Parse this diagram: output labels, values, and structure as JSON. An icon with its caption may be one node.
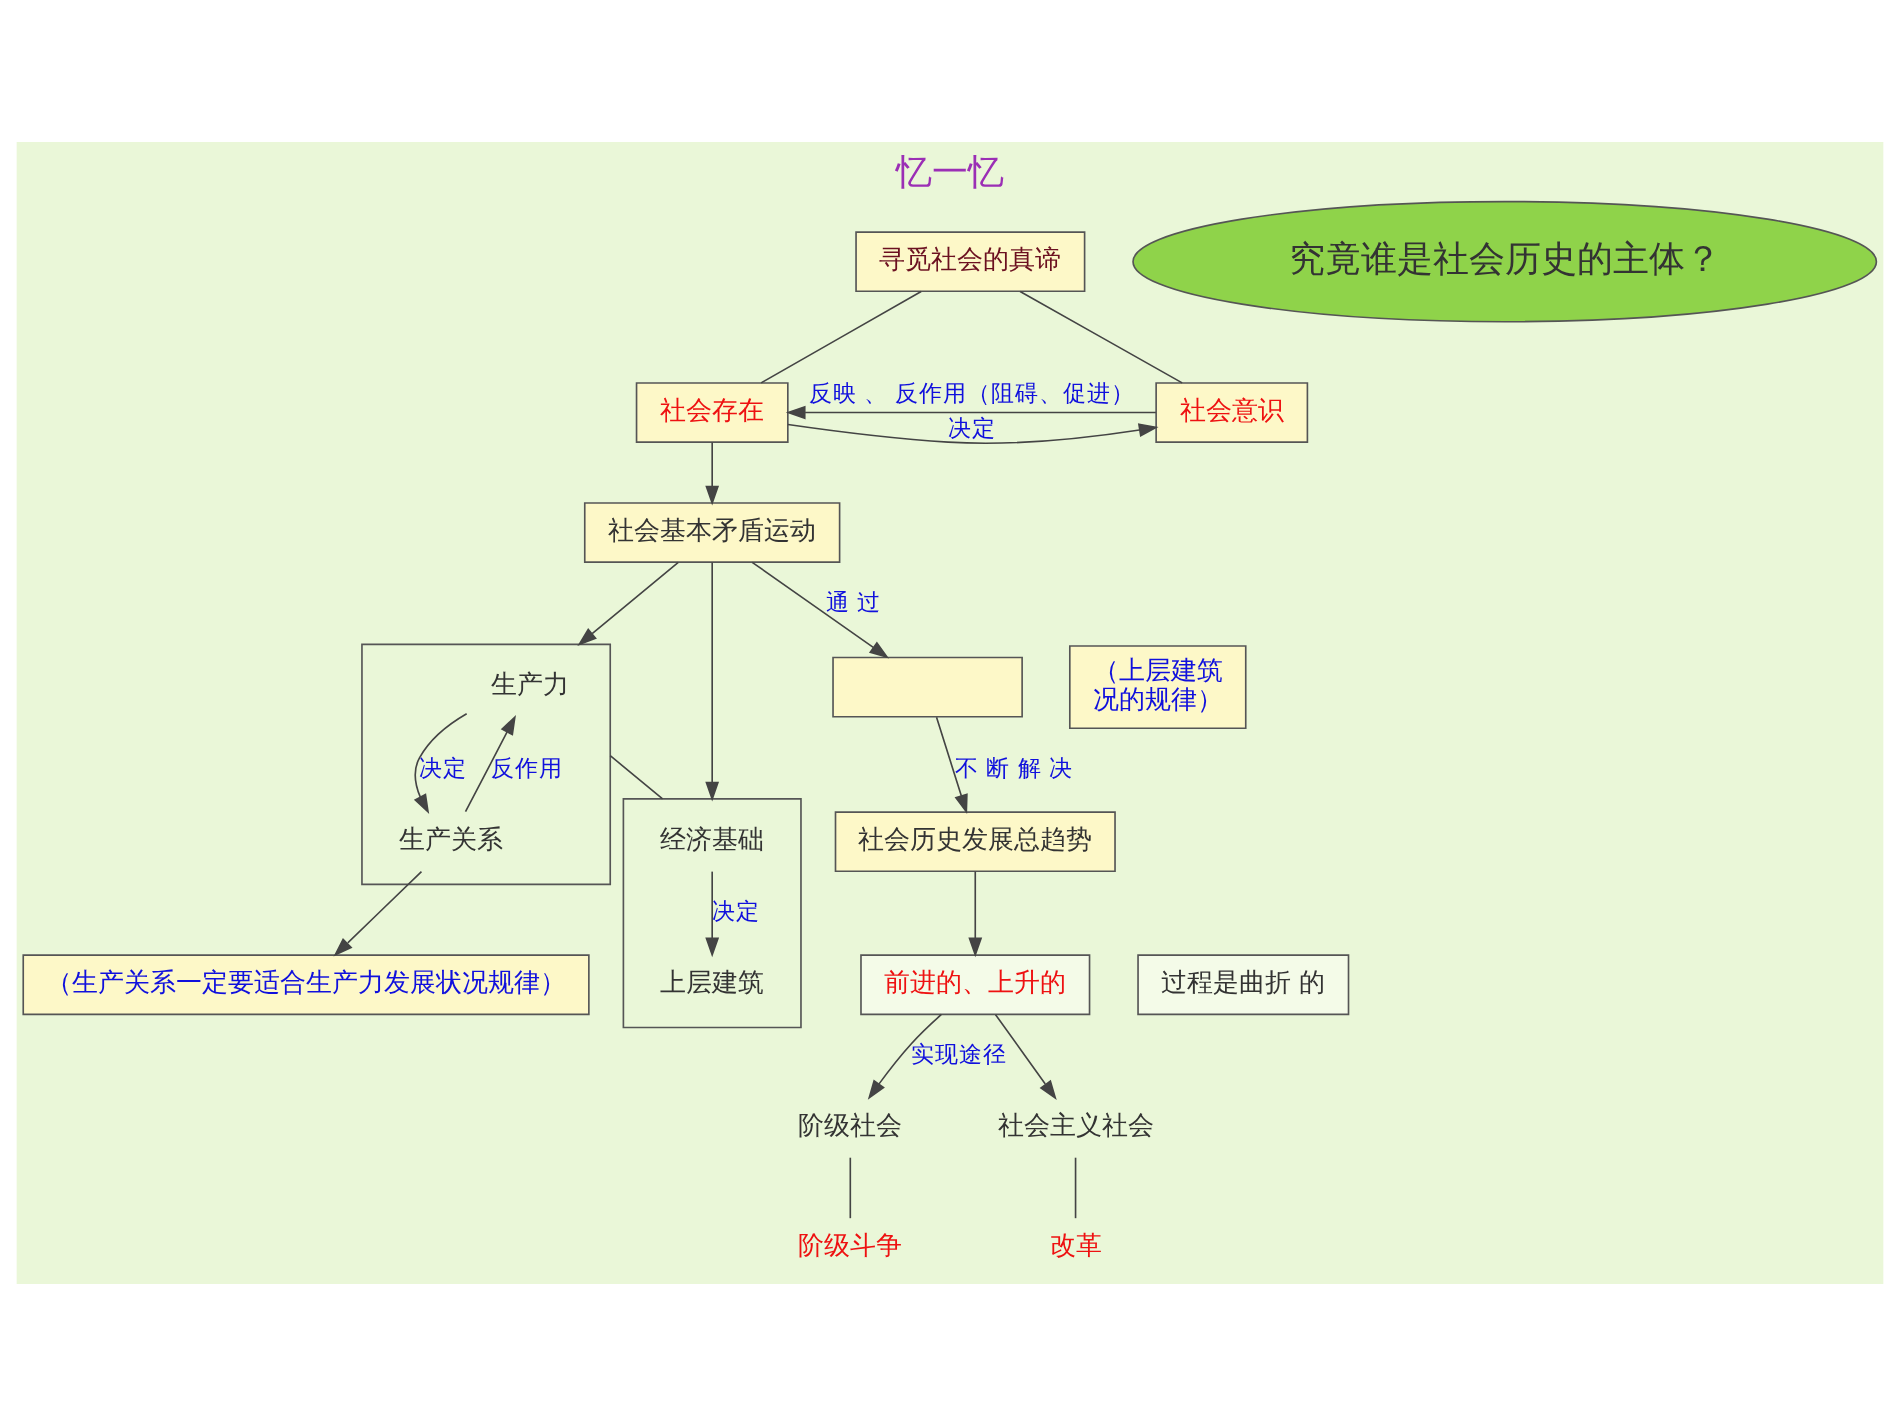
{
  "diagram": {
    "title": "忆一忆",
    "nodes": [
      {
        "text": [
          "寻觅社会的真谛"
        ]
      },
      {
        "text": [
          "社会存在"
        ]
      },
      {
        "text": [
          "社会意识"
        ]
      },
      {
        "text": [],
        "shape": "box"
      },
      {
        "text": [
          "生产力"
        ],
        "in": 3
      },
      {
        "text": [
          "生产关系"
        ],
        "in": 3
      },
      {
        "text": [
          "（生产关系一定要适合生产力发展状况规律）"
        ]
      },
      {
        "text": [
          "社会基本矛盾运动"
        ]
      },
      {
        "text": [],
        "shape": "box"
      },
      {
        "text": [
          "经济基础"
        ],
        "in": 8
      },
      {
        "text": [
          "上层建筑"
        ],
        "in": 8
      },
      {
        "text": [
          "（上层建筑",
          "况的规律）"
        ]
      },
      {
        "text": [],
        "shape": "box"
      },
      {
        "text": [
          "究竟谁是社会历史的主体？"
        ]
      },
      {
        "text": [
          "社会历史发展总趋势"
        ]
      },
      {
        "text": [
          "前进的、上升的"
        ]
      },
      {
        "text": [
          "过程是曲折 的"
        ]
      },
      {
        "text": [
          "阶级社会"
        ]
      },
      {
        "text": [
          "阶级斗争"
        ]
      },
      {
        "text": [
          "社会主义社会"
        ]
      },
      {
        "text": [
          "改革"
        ]
      }
    ],
    "edges": [
      {
        "from": 0,
        "to": 1,
        "arrow": "none"
      },
      {
        "from": 0,
        "to": 2,
        "arrow": "none"
      },
      {
        "from": 1,
        "to": 2,
        "arrow": "to",
        "label": "决定"
      },
      {
        "from": 2,
        "to": 1,
        "arrow": "to",
        "label": "反映 、 反作用（阻碍、促进）"
      },
      {
        "from": 1,
        "to": 7,
        "arrow": "to"
      },
      {
        "from": 7,
        "to": 3,
        "arrow": "to"
      },
      {
        "from": 7,
        "to": 8,
        "arrow": "to"
      },
      {
        "from": 4,
        "to": 5,
        "arrow": "to",
        "label": "决定"
      },
      {
        "from": 5,
        "to": 4,
        "arrow": "to",
        "label": "反作用"
      },
      {
        "from": 5,
        "to": 6,
        "arrow": "to"
      },
      {
        "from": 3,
        "to": 8,
        "arrow": "none"
      },
      {
        "from": 9,
        "to": 10,
        "arrow": "to",
        "label": "决定"
      },
      {
        "from": 7,
        "to": 12,
        "arrow": "to",
        "label": "通 过"
      },
      {
        "from": 12,
        "to": 14,
        "arrow": "to",
        "label": "不 断 解 决"
      },
      {
        "from": 14,
        "to": 15,
        "arrow": "to"
      },
      {
        "from": 15,
        "to": 17,
        "arrow": "to",
        "label": "实现途径"
      },
      {
        "from": 15,
        "to": 19,
        "arrow": "to"
      },
      {
        "from": 17,
        "to": 18,
        "arrow": "none"
      },
      {
        "from": 19,
        "to": 20,
        "arrow": "none"
      }
    ]
  }
}
